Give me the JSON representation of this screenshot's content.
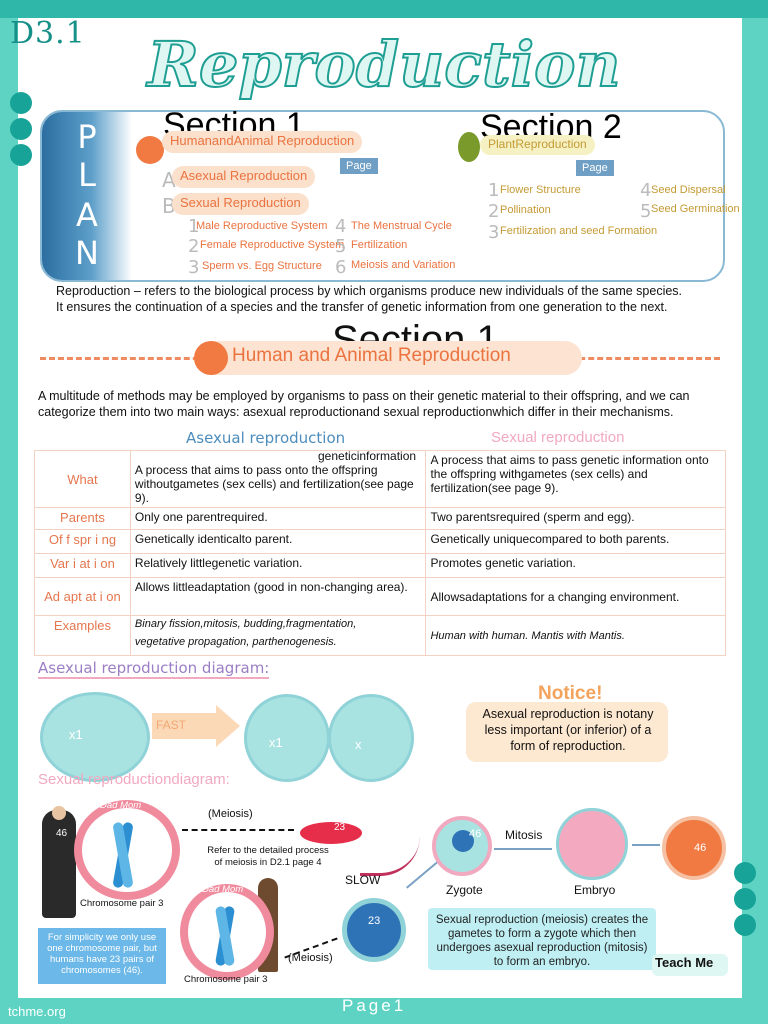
{
  "doc_id": "D3.1",
  "title": "Reproduction",
  "plan": {
    "letters": [
      "P",
      "L",
      "A",
      "N"
    ],
    "section1": {
      "heading": "Section 1",
      "pill": "HumanandAnimal Reproduction",
      "page_tag": "Page",
      "items": [
        {
          "letter": "A",
          "label": "Asexual Reproduction"
        },
        {
          "letter": "B",
          "label": "Sexual Reproduction"
        }
      ],
      "subitems": [
        {
          "num": "1",
          "label": "Male Reproductive System"
        },
        {
          "num": "2",
          "label": "Female Reproductive System"
        },
        {
          "num": "3",
          "label": "Sperm vs. Egg Structure"
        },
        {
          "num": "4",
          "label": "The Menstrual Cycle"
        },
        {
          "num": "5",
          "label": "Fertilization"
        },
        {
          "num": "6",
          "label": "Meiosis and Variation"
        }
      ]
    },
    "section2": {
      "heading": "Section 2",
      "pill": "PlantReproduction",
      "page_tag": "Page",
      "subitems": [
        {
          "num": "1",
          "label": "Flower Structure"
        },
        {
          "num": "2",
          "label": "Pollination"
        },
        {
          "num": "3",
          "label": "Fertilization and seed Formation"
        },
        {
          "num": "4",
          "label": "Seed Dispersal"
        },
        {
          "num": "5",
          "label": "Seed Germination"
        }
      ]
    }
  },
  "definition": {
    "line1": "Reproduction – refers to the biological process by which organisms produce new individuals of the same species.",
    "line2": "It ensures the continuation of a species and the transfer of genetic information from one generation to the next."
  },
  "section1": {
    "heading": "Section 1",
    "banner": "Human and Animal Reproduction",
    "intro1": "A multitude of methods may be employed by organisms to pass on their genetic material to their offspring, and we can",
    "intro2": "categorize them into two main ways: asexual reproductionand sexual reproductionwhich differ in their mechanisms."
  },
  "comparison": {
    "col_asexual": "Asexual reproduction",
    "col_sexual": "Sexual reproduction",
    "overlap_word": "geneticinformation",
    "rows": [
      {
        "label": "What",
        "asexual": "A process that aims to pass onto the offspring withoutgametes (sex cells) and fertilization(see page 9).",
        "sexual": "A process that aims to pass genetic information onto the offspring withgametes (sex cells) and fertilization(see page 9)."
      },
      {
        "label": "Parents",
        "asexual": "Only one parentrequired.",
        "sexual": "Two parentsrequired (sperm and egg)."
      },
      {
        "label": "Of f spr i ng",
        "asexual": "Genetically identicalto parent.",
        "sexual": "Genetically uniquecompared to both parents."
      },
      {
        "label": "Var i at i on",
        "asexual": "Relatively littlegenetic variation.",
        "sexual": "Promotes genetic variation."
      },
      {
        "label": "Ad apt at i on",
        "asexual": "Allows littleadaptation (good in non-changing area).",
        "sexual": "Allowsadaptations for a changing environment."
      },
      {
        "label": "Examples",
        "asexual_line1": "Binary fission,mitosis, budding,fragmentation,",
        "asexual_line2": "vegetative propagation, parthenogenesis.",
        "sexual": "Human with human. Mantis with Mantis."
      }
    ]
  },
  "asexual_diagram": {
    "title": "Asexual reproduction diagram:",
    "arrow_label": "FAST",
    "cell_label": "x1",
    "cell_label2": "x",
    "notice_title": "Notice!",
    "notice_text": "Asexual reproduction is notany less important (or inferior) of a form of reproduction."
  },
  "sexual_diagram": {
    "title": "Sexual reproductiondiagram:",
    "dad_mom": "Dad Mom",
    "chromosome_label": "Chromosome pair 3",
    "meiosis": "(Meiosis)",
    "refer_text": "Refer to the detailed process of meiosis in D2.1 page 4",
    "slow": "SLOW",
    "chromo_count_46": "46",
    "chromo_count_23": "23",
    "mitosis": "Mitosis",
    "zygote": "Zygote",
    "embryo": "Embryo",
    "simplicity_note": "For simplicity we only use one chromosome pair, but humans have 23 pairs of chromosomes (46).",
    "summary": "Sexual reproduction (meiosis) creates the gametes to form a zygote which then undergoes asexual reproduction (mitosis) to form an embryo."
  },
  "brand": "Teach Me",
  "footer_site": "tchme.org",
  "footer_page": "Page1",
  "colors": {
    "teal": "#2fb7a9",
    "orange": "#ea7340",
    "blue": "#4d8dbd",
    "pink": "#f1a9c0"
  }
}
